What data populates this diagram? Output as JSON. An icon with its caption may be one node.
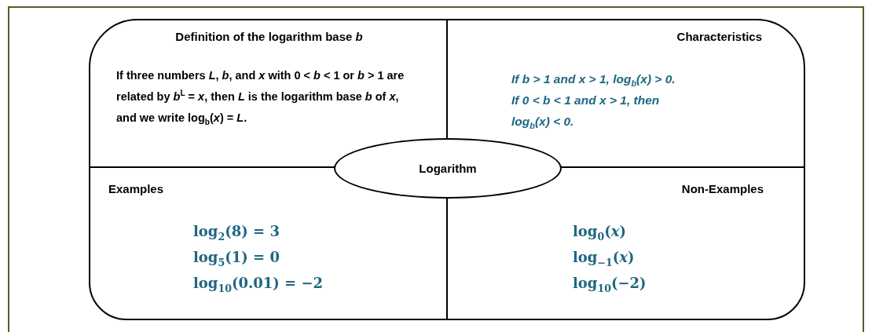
{
  "diagram": {
    "nodes": [
      {
        "text": [
          "Definition of the logarithm base *b*",
          "If three numbers *L*, *b*, and *x* with 0 < *b* < 1 or *b* > 1 are related by *b*$^{L}$ = *x*, then *L* is the logarithm base *b* of *x*, and we write log$_{b}$(*x*) = *L*."
        ]
      },
      {
        "text": [
          "Characteristics",
          "If b > 1 and x > 1, log$_{b}$(x) > 0.",
          "If 0 < b < 1 and x > 1, then log$_{b}$(x) < 0."
        ]
      },
      {
        "text": [
          "Logarithm"
        ]
      },
      {
        "text": [
          "Examples",
          "log$_{2}$(8) = 3",
          "log$_{5}$(1) = 0",
          "log$_{10}$(0.01) = −2"
        ]
      },
      {
        "text": [
          "Non-Examples",
          "log$_{0}$(*x*)",
          "log$_{−1}$(*x*)",
          "log$_{10}$(−2)"
        ]
      }
    ]
  }
}
